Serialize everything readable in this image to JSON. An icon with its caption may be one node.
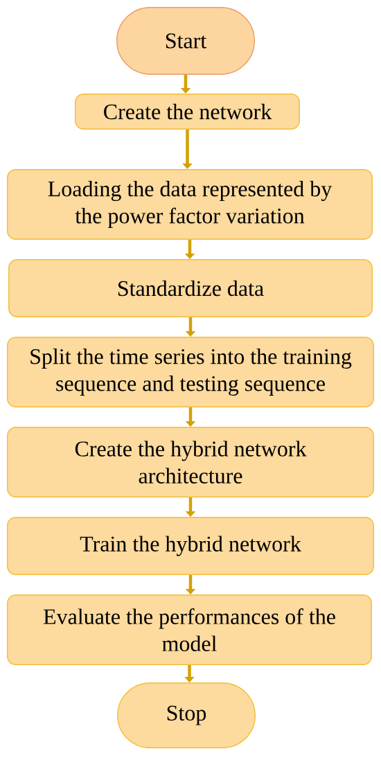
{
  "diagram": {
    "nodes": [
      {
        "text": [
          "Start"
        ]
      },
      {
        "text": [
          "Create the network"
        ]
      },
      {
        "text": [
          "Loading the data represented by the power factor variation"
        ]
      },
      {
        "text": [
          "Standardize data"
        ]
      },
      {
        "text": [
          "Split the time series into the training sequence and testing sequence"
        ]
      },
      {
        "text": [
          "Create the hybrid network architecture"
        ]
      },
      {
        "text": [
          "Train the hybrid network"
        ]
      },
      {
        "text": [
          "Evaluate the performances of the model"
        ]
      },
      {
        "text": [
          "Stop"
        ]
      }
    ],
    "edges": [
      {
        "from": 0,
        "to": 1,
        "arrow": "to"
      },
      {
        "from": 1,
        "to": 2,
        "arrow": "to"
      },
      {
        "from": 2,
        "to": 3,
        "arrow": "to"
      },
      {
        "from": 3,
        "to": 4,
        "arrow": "to"
      },
      {
        "from": 4,
        "to": 5,
        "arrow": "to"
      },
      {
        "from": 5,
        "to": 6,
        "arrow": "to"
      },
      {
        "from": 6,
        "to": 7,
        "arrow": "to"
      },
      {
        "from": 7,
        "to": 8,
        "arrow": "to"
      }
    ]
  }
}
